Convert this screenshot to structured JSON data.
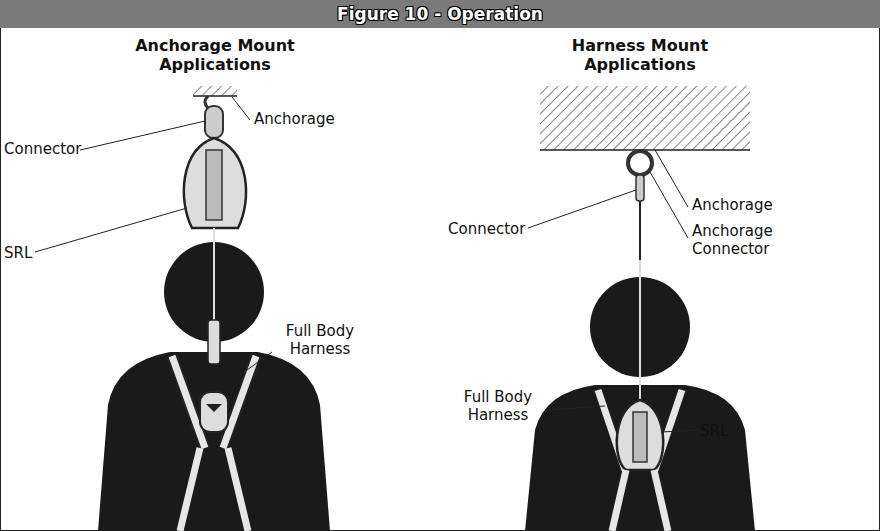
{
  "diagram": {
    "title": "Figure 10 - Operation",
    "labels": [
      "Anchorage Mount Applications",
      "Harness Mount Applications",
      "Connector",
      "Anchorage",
      "SRL",
      "Full Body Harness",
      "Connector",
      "Anchorage",
      "Anchorage Connector",
      "Full Body Harness",
      "SRL"
    ]
  }
}
